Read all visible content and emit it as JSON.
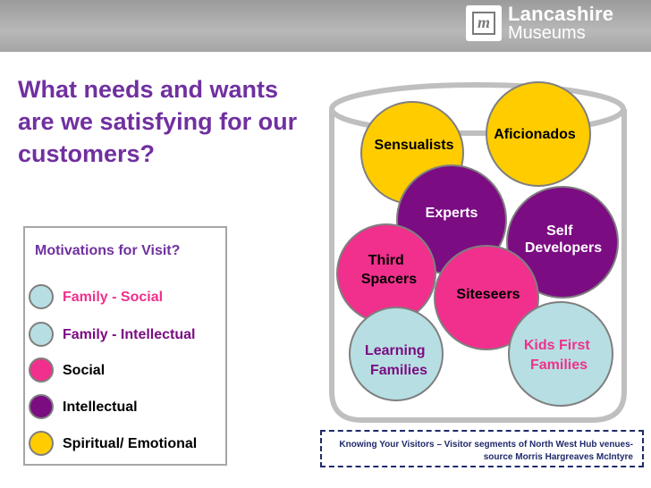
{
  "colors": {
    "title": "#7030a0",
    "family_social": "#b7dfe3",
    "family_intellectual": "#b7dfe3",
    "social": "#f0308c",
    "intellectual": "#7b0c82",
    "spiritual_emotional": "#ffcc00",
    "outline": "#7f7f7f",
    "source_text": "#1f2a6b"
  },
  "logo": {
    "mark": "m",
    "line1": "Lancashire",
    "line2": "Museums"
  },
  "title": "What needs and wants are we satisfying for our customers?",
  "legend": {
    "heading": "Motivations for Visit?",
    "items": [
      {
        "label": "Family - Social",
        "swatch": "#b7dfe3",
        "text_color": "#f0308c"
      },
      {
        "label": "Family - Intellectual",
        "swatch": "#b7dfe3",
        "text_color": "#7b0c82"
      },
      {
        "label": "Social",
        "swatch": "#f0308c",
        "text_color": "#000000"
      },
      {
        "label": "Intellectual",
        "swatch": "#7b0c82",
        "text_color": "#000000"
      },
      {
        "label": "Spiritual/ Emotional",
        "swatch": "#ffcc00",
        "text_color": "#000000"
      }
    ]
  },
  "segments": [
    {
      "key": "sensualists",
      "lines": [
        "Sensualists"
      ],
      "fill": "#ffcc00",
      "text_color": "#000000"
    },
    {
      "key": "aficionados",
      "lines": [
        "Aficionados"
      ],
      "fill": "#ffcc00",
      "text_color": "#000000"
    },
    {
      "key": "experts",
      "lines": [
        "Experts"
      ],
      "fill": "#7b0c82",
      "text_color": "#ffffff"
    },
    {
      "key": "self-developers",
      "lines": [
        "Self",
        "Developers"
      ],
      "fill": "#7b0c82",
      "text_color": "#ffffff"
    },
    {
      "key": "third-spacers",
      "lines": [
        "Third",
        "Spacers"
      ],
      "fill": "#f0308c",
      "text_color": "#000000"
    },
    {
      "key": "siteseers",
      "lines": [
        "Siteseers"
      ],
      "fill": "#f0308c",
      "text_color": "#000000"
    },
    {
      "key": "learning-families",
      "lines": [
        "Learning",
        "Families"
      ],
      "fill": "#b7dfe3",
      "text_color": "#7b0c82"
    },
    {
      "key": "kids-first-families",
      "lines": [
        "Kids First",
        "Families"
      ],
      "fill": "#b7dfe3",
      "text_color": "#f0308c"
    }
  ],
  "source": {
    "line1": "Knowing Your Visitors – Visitor segments of North West Hub venues-",
    "line2": "source Morris Hargreaves McIntyre"
  }
}
